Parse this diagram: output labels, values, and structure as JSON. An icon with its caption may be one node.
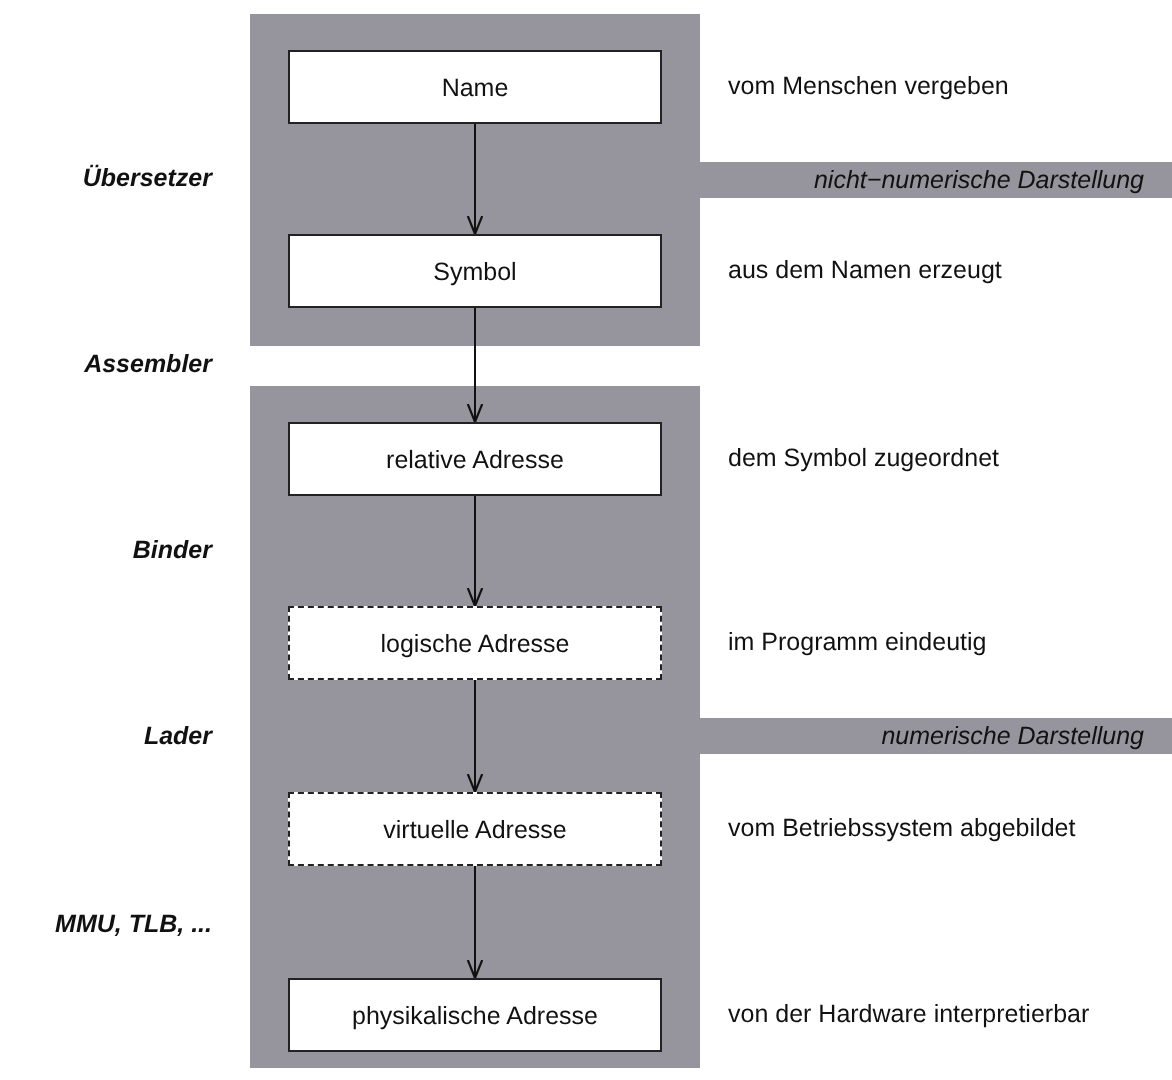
{
  "diagram": {
    "nodes": [
      {
        "text": [],
        "shape": "box"
      },
      {
        "text": [
          "Name"
        ],
        "in": 0,
        "beside": [
          "vom Menschen vergeben"
        ]
      },
      {
        "text": [
          "Symbol"
        ],
        "in": 0,
        "beside": [
          "aus dem Namen erzeugt"
        ]
      },
      {
        "text": [
          "nicht−numerische Darstellung"
        ]
      },
      {
        "text": [],
        "shape": "box"
      },
      {
        "text": [
          "relative Adresse"
        ],
        "in": 4,
        "beside": [
          "dem Symbol zugeordnet"
        ]
      },
      {
        "text": [
          "logische Adresse"
        ],
        "in": 4,
        "beside": [
          "im Programm eindeutig"
        ]
      },
      {
        "text": [
          "virtuelle Adresse"
        ],
        "in": 4,
        "beside": [
          "vom Betriebssystem abgebildet"
        ]
      },
      {
        "text": [
          "physikalische Adresse"
        ],
        "in": 4,
        "beside": [
          "von der Hardware interpretierbar"
        ]
      },
      {
        "text": [
          "numerische Darstellung"
        ]
      }
    ],
    "edges": [
      {
        "from": 1,
        "to": 2,
        "arrow": "to"
      },
      {
        "from": 2,
        "to": 5,
        "arrow": "to"
      },
      {
        "from": 5,
        "to": 6,
        "arrow": "to"
      },
      {
        "from": 6,
        "to": 7,
        "arrow": "to"
      },
      {
        "from": 7,
        "to": 8,
        "arrow": "to"
      }
    ],
    "labels": [
      "Übersetzer",
      "Assembler",
      "Binder",
      "Lader",
      "MMU, TLB, ..."
    ]
  }
}
